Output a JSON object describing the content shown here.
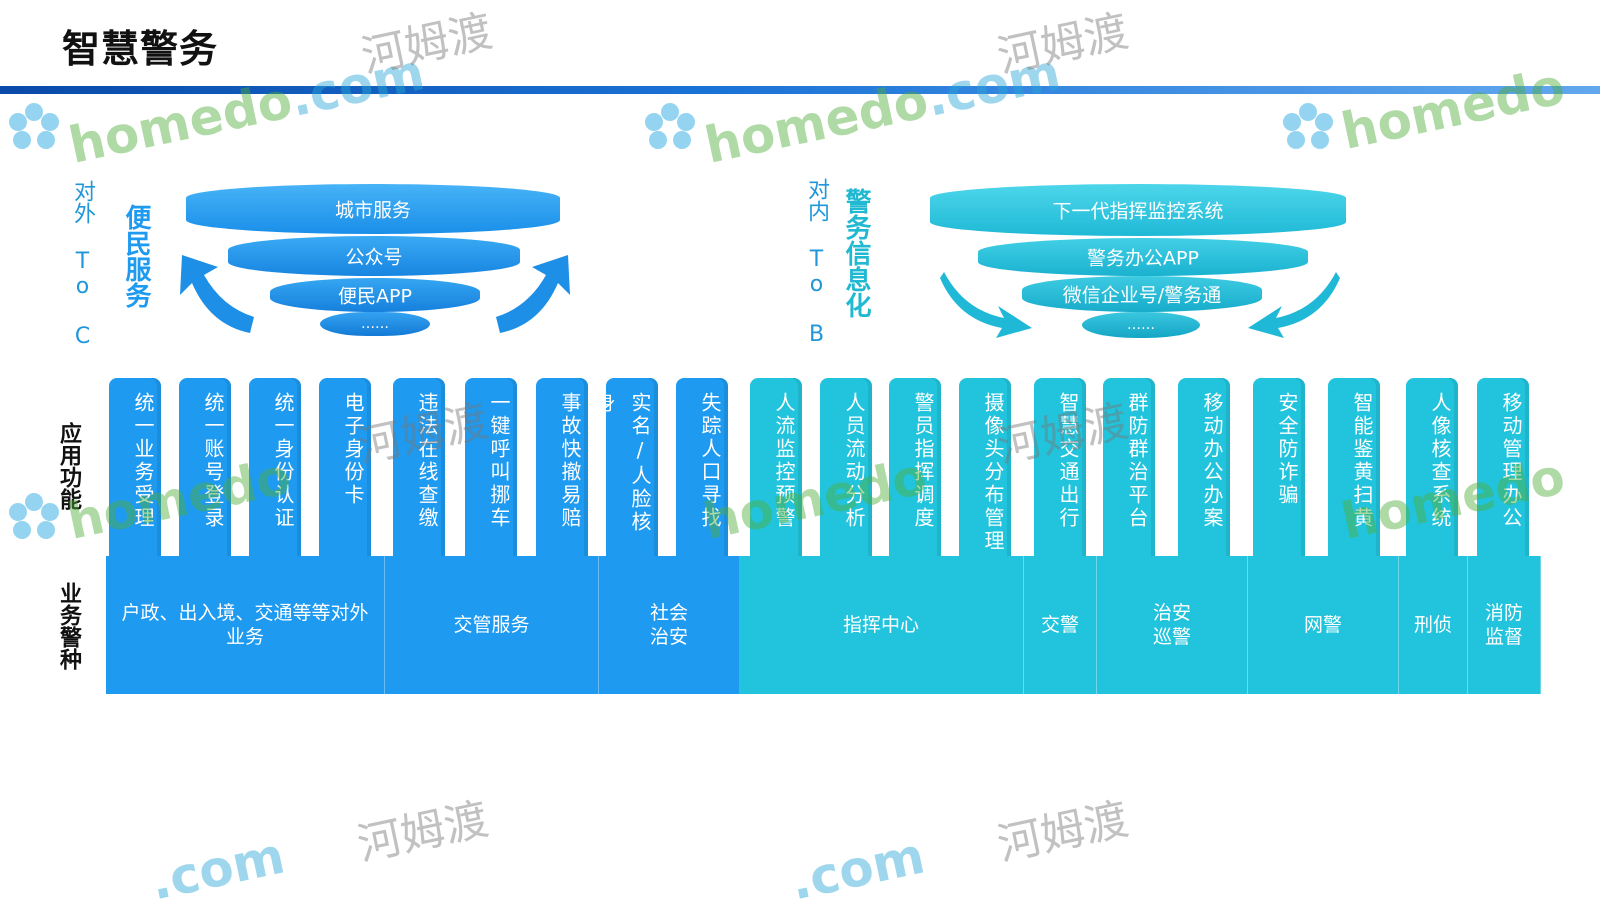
{
  "title": "智慧警务",
  "left": {
    "side_label": "对外 To C",
    "group_title": "便民服务",
    "layers": [
      "城市服务",
      "公众号",
      "便民APP",
      "……"
    ],
    "color": "#1e9af0"
  },
  "right": {
    "side_label": "对内 To B",
    "group_title": "警务信息化",
    "layers": [
      "下一代指挥监控系统",
      "警务办公APP",
      "微信企业号/警务通",
      "……"
    ],
    "color": "#21c4dc"
  },
  "row_labels": {
    "functions": "应用功能",
    "police_types": "业务警种"
  },
  "functions": [
    "统一业务受理",
    "统一账号登录",
    "统一身份认证",
    "电子身份卡",
    "违法在线查缴",
    "一键呼叫挪车",
    "事故快撤易赔",
    "实名/人脸核身",
    "失踪人口寻找",
    "人流监控预警",
    "人员流动分析",
    "警员指挥调度",
    "摄像头分布管理",
    "智慧交通出行",
    "群防群治平台",
    "移动办公办案",
    "安全防诈骗",
    "智能鉴黄扫黄",
    "人像核查系统",
    "移动管理办公"
  ],
  "police_types": [
    "户政、出入境、交通等等对外业务",
    "交管服务",
    "社会治安",
    "指挥中心",
    "交警",
    "治安巡警",
    "网警",
    "刑侦",
    "消防监督"
  ],
  "watermark": {
    "brand": "homedo",
    "domain": ".com",
    "cn": "河姆渡"
  }
}
